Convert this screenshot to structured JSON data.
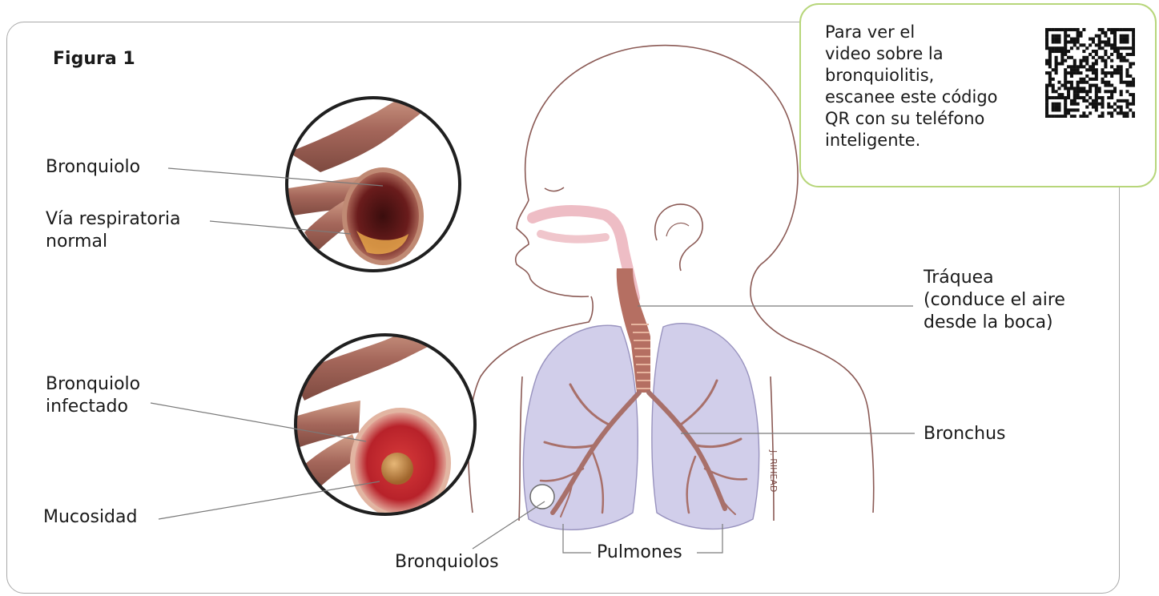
{
  "figure": {
    "title": "Figura 1"
  },
  "qr_box": {
    "lines": [
      "Para ver el",
      "video sobre la",
      "bronquiolitis,",
      "escanee este código",
      "QR con su teléfono",
      "inteligente."
    ]
  },
  "labels": {
    "bronquiolo": "Bronquiolo",
    "via_line1": "Vía respiratoria",
    "via_line2": "normal",
    "infectado_line1": "Bronquiolo",
    "infectado_line2": "infectado",
    "mucosidad": "Mucosidad",
    "traquea_line1": "Tráquea",
    "traquea_line2": "(conduce el aire",
    "traquea_line3": "desde la boca)",
    "bronchus": "Bronchus",
    "bronquiolos": "Bronquiolos",
    "pulmones": "Pulmones"
  },
  "colors": {
    "frame": "#a9a9a9",
    "qr_border": "#b7d67a",
    "lung": "#c9c6e6",
    "bronchi": "#a8706a",
    "trachea": "#b56f62",
    "leader_line": "#7a7a7a"
  },
  "signature": "J. RIHEAD"
}
